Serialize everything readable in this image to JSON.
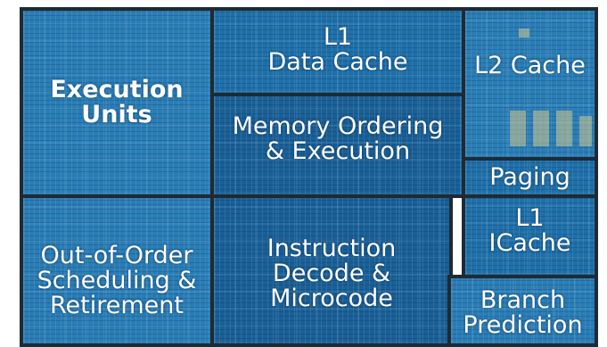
{
  "die_photo": {
    "regions": [
      {
        "key": "execution_units",
        "lines": [
          "Execution",
          "Units"
        ]
      },
      {
        "key": "l1_data_cache",
        "lines": [
          "L1",
          "Data Cache"
        ]
      },
      {
        "key": "l2_cache",
        "lines": [
          "L2 Cache"
        ]
      },
      {
        "key": "memory_ordering",
        "lines": [
          "Memory Ordering",
          "& Execution"
        ]
      },
      {
        "key": "paging",
        "lines": [
          "Paging"
        ]
      },
      {
        "key": "out_of_order",
        "lines": [
          "Out-of-Order",
          "Scheduling &",
          "Retirement"
        ]
      },
      {
        "key": "instruction_decode",
        "lines": [
          "Instruction",
          "Decode &",
          "Microcode"
        ]
      },
      {
        "key": "l1_icache",
        "lines": [
          "L1",
          "ICache"
        ]
      },
      {
        "key": "branch_prediction",
        "lines": [
          "Branch",
          "Prediction"
        ]
      }
    ],
    "colors": {
      "die_blue": "#1f6fa8",
      "border": "#1f2a33",
      "label": "#ffffff"
    }
  }
}
